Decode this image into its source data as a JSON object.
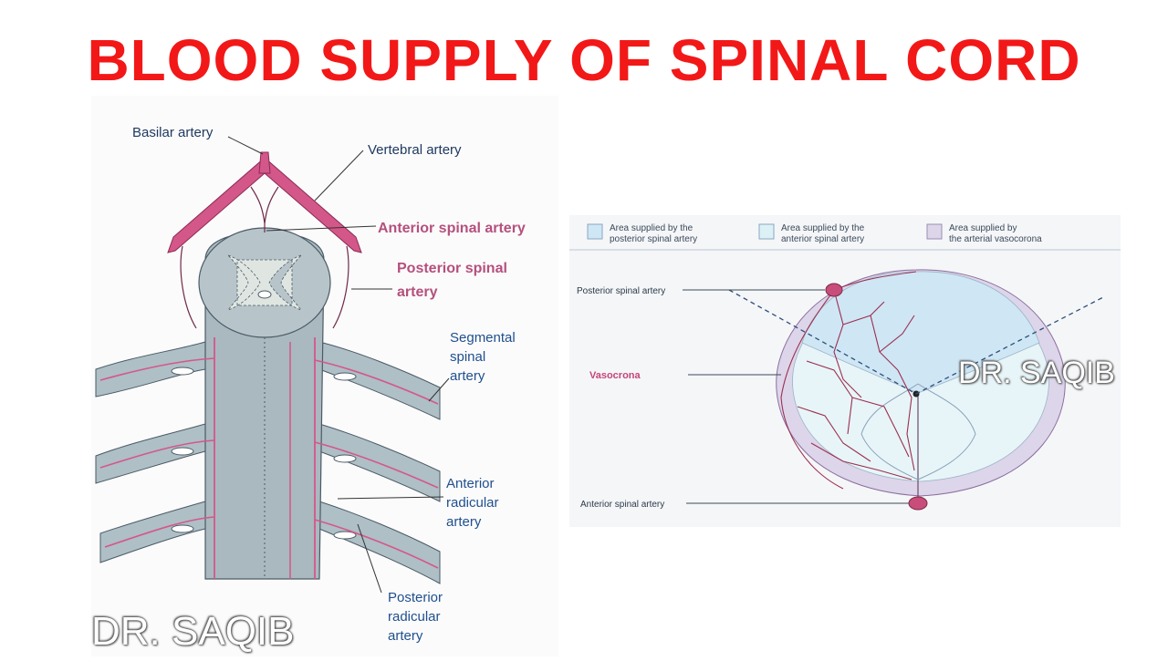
{
  "title": "BLOOD SUPPLY OF SPINAL CORD",
  "left_diagram": {
    "labels": {
      "basilar": "Basilar artery",
      "vertebral": "Vertebral artery",
      "anterior_spinal": "Anterior spinal artery",
      "posterior_spinal_1": "Posterior spinal",
      "posterior_spinal_2": "artery",
      "segmental_1": "Segmental",
      "segmental_2": "spinal",
      "segmental_3": "artery",
      "ant_radicular_1": "Anterior",
      "ant_radicular_2": "radicular",
      "ant_radicular_3": "artery",
      "post_radicular_1": "Posterior",
      "post_radicular_2": "radicular",
      "post_radicular_3": "artery"
    }
  },
  "right_diagram": {
    "legend": [
      {
        "line1": "Area supplied by the",
        "line2": "posterior spinal artery",
        "color": "#cfe6f5"
      },
      {
        "line1": "Area supplied by the",
        "line2": "anterior spinal artery",
        "color": "#dcf1f5"
      },
      {
        "line1": "Area supplied by",
        "line2": "the arterial vasocorona",
        "color": "#ddd5ea"
      }
    ],
    "labels": {
      "posterior_spinal": "Posterior spinal artery",
      "vasocrona": "Vasocrona",
      "anterior_spinal": "Anterior spinal artery"
    }
  },
  "watermark": "DR. SAQIB",
  "colors": {
    "title": "#f21818",
    "artery": "#d4578a",
    "label_blue": "#1f4f8e",
    "label_pink": "#c4457c"
  }
}
